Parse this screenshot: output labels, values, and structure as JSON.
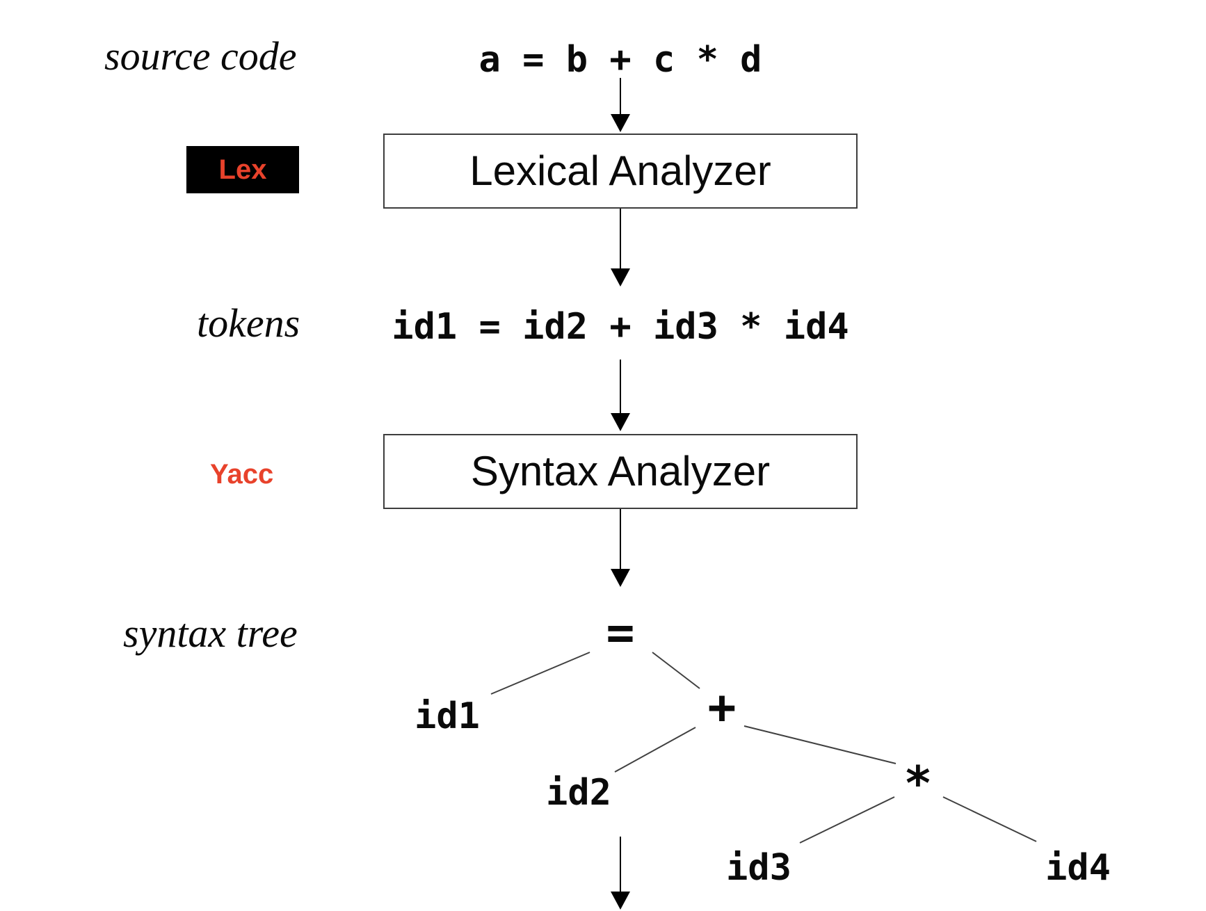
{
  "diagram": {
    "rows": {
      "source": {
        "label": "source code",
        "expression": "a = b + c * d"
      },
      "tokens": {
        "label": "tokens",
        "expression": "id1 = id2 + id3 * id4"
      },
      "syntax_tree": {
        "label": "syntax tree"
      }
    },
    "stages": [
      {
        "tool": "Lex",
        "name": "Lexical Analyzer"
      },
      {
        "tool": "Yacc",
        "name": "Syntax Analyzer"
      }
    ],
    "tree": {
      "nodes": {
        "eq": "=",
        "id1": "id1",
        "plus": "+",
        "id2": "id2",
        "star": "*",
        "id3": "id3",
        "id4": "id4"
      }
    },
    "colors": {
      "accent": "#e8422b",
      "tool_bg": "#000000"
    }
  }
}
